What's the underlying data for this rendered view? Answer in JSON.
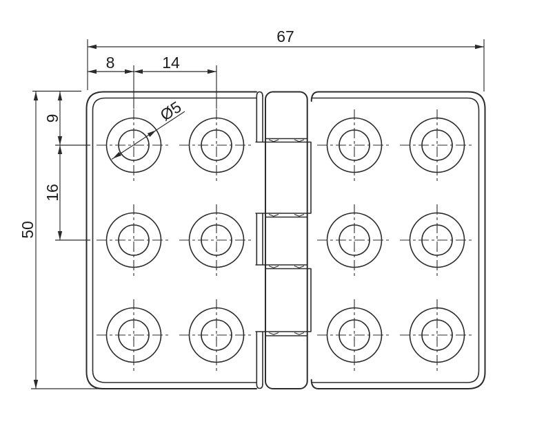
{
  "drawing": {
    "part_name": "hinge",
    "background": "#ffffff",
    "line_color": "#2b2b2b",
    "dimensions": {
      "overall_width": "67",
      "overall_height": "50",
      "hole_edge_offset_x": "8",
      "hole_pitch_x": "14",
      "hole_edge_offset_y": "9",
      "hole_pitch_y": "16",
      "hole_diameter": "Ø5"
    },
    "holes": {
      "columns": 4,
      "rows": 3,
      "count": 12
    },
    "knuckles": 5
  }
}
